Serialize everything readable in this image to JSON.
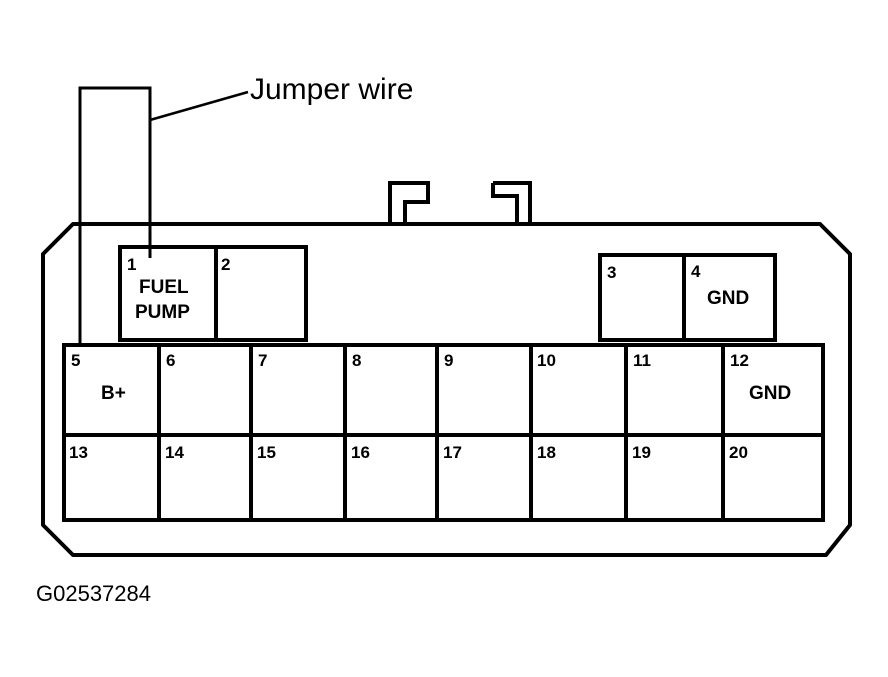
{
  "callout": {
    "label": "Jumper wire"
  },
  "figure_id": "G02537284",
  "pins": [
    {
      "number": "1",
      "label": [
        "FUEL",
        "PUMP"
      ]
    },
    {
      "number": "2",
      "label": []
    },
    {
      "number": "3",
      "label": []
    },
    {
      "number": "4",
      "label": [
        "GND"
      ]
    },
    {
      "number": "5",
      "label": [
        "B+"
      ]
    },
    {
      "number": "6",
      "label": []
    },
    {
      "number": "7",
      "label": []
    },
    {
      "number": "8",
      "label": []
    },
    {
      "number": "9",
      "label": []
    },
    {
      "number": "10",
      "label": []
    },
    {
      "number": "11",
      "label": []
    },
    {
      "number": "12",
      "label": [
        "GND"
      ]
    },
    {
      "number": "13",
      "label": []
    },
    {
      "number": "14",
      "label": []
    },
    {
      "number": "15",
      "label": []
    },
    {
      "number": "16",
      "label": []
    },
    {
      "number": "17",
      "label": []
    },
    {
      "number": "18",
      "label": []
    },
    {
      "number": "19",
      "label": []
    },
    {
      "number": "20",
      "label": []
    }
  ]
}
